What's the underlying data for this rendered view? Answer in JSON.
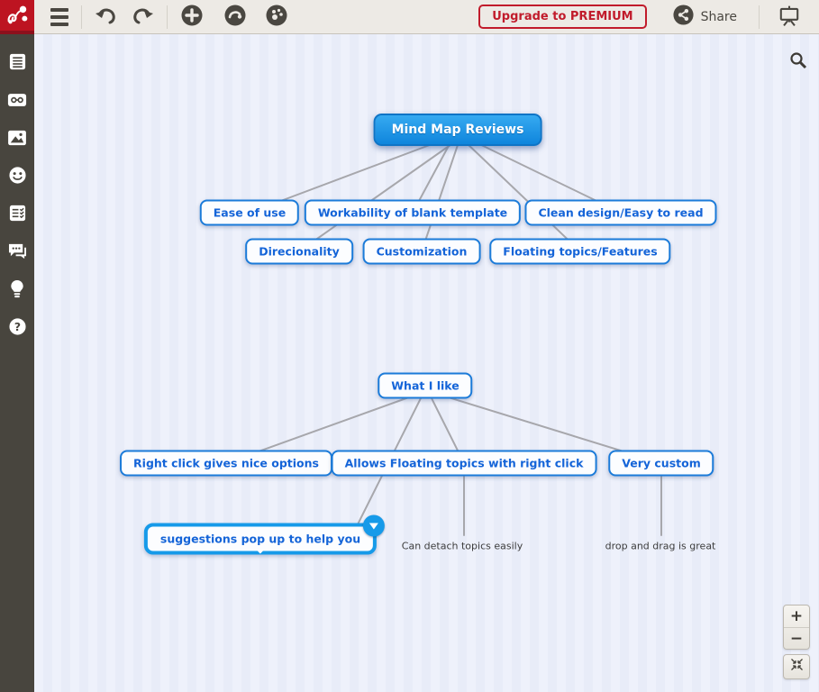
{
  "toolbar": {
    "upgrade_label": "Upgrade to PREMIUM",
    "share_label": "Share"
  },
  "sidebar": {
    "icons": [
      "notes",
      "link",
      "image",
      "emoji",
      "checklist",
      "comments",
      "lightbulb",
      "help"
    ]
  },
  "colors": {
    "brand_red": "#bd1421",
    "premium_red": "#c11b2b",
    "toolbar_bg": "#edeae5",
    "sidebar_bg": "#48453e",
    "canvas_bg": "#ebeef9",
    "node_border_blue": "#1b7bd9",
    "node_text_blue": "#1464d8",
    "root_fill_blue": "#1583e8",
    "selection_blue": "#169ae9",
    "connector_gray": "#a0a0a4"
  },
  "mindmap": {
    "nodes": {
      "root1": {
        "label": "Mind Map Reviews",
        "type": "root"
      },
      "ease": {
        "label": "Ease of use"
      },
      "workability": {
        "label": "Workability of blank template"
      },
      "clean": {
        "label": "Clean design/Easy to read"
      },
      "direcionality": {
        "label": "Direcionality"
      },
      "customization": {
        "label": "Customization"
      },
      "floating": {
        "label": "Floating topics/Features"
      },
      "root2": {
        "label": "What I like"
      },
      "rightclick": {
        "label": "Right click gives nice options"
      },
      "allows": {
        "label": "Allows Floating topics with right click"
      },
      "verycustom": {
        "label": "Very custom"
      },
      "suggestions": {
        "label": "suggestions pop up to help you",
        "selected": true
      },
      "candetach": {
        "label": "Can detach topics easily",
        "type": "plain-text"
      },
      "dropdrag": {
        "label": "drop and drag is great",
        "type": "plain-text"
      }
    },
    "edges": [
      {
        "from": "root1",
        "to": "ease"
      },
      {
        "from": "root1",
        "to": "workability"
      },
      {
        "from": "root1",
        "to": "clean"
      },
      {
        "from": "root1",
        "to": "direcionality"
      },
      {
        "from": "root1",
        "to": "customization"
      },
      {
        "from": "root1",
        "to": "floating"
      },
      {
        "from": "root2",
        "to": "rightclick"
      },
      {
        "from": "root2",
        "to": "suggestions"
      },
      {
        "from": "root2",
        "to": "allows"
      },
      {
        "from": "root2",
        "to": "verycustom"
      },
      {
        "from": "allows",
        "to": "candetach"
      },
      {
        "from": "verycustom",
        "to": "dropdrag"
      }
    ]
  },
  "zoom_controls": {
    "zoom_in": "+",
    "zoom_out": "−"
  }
}
